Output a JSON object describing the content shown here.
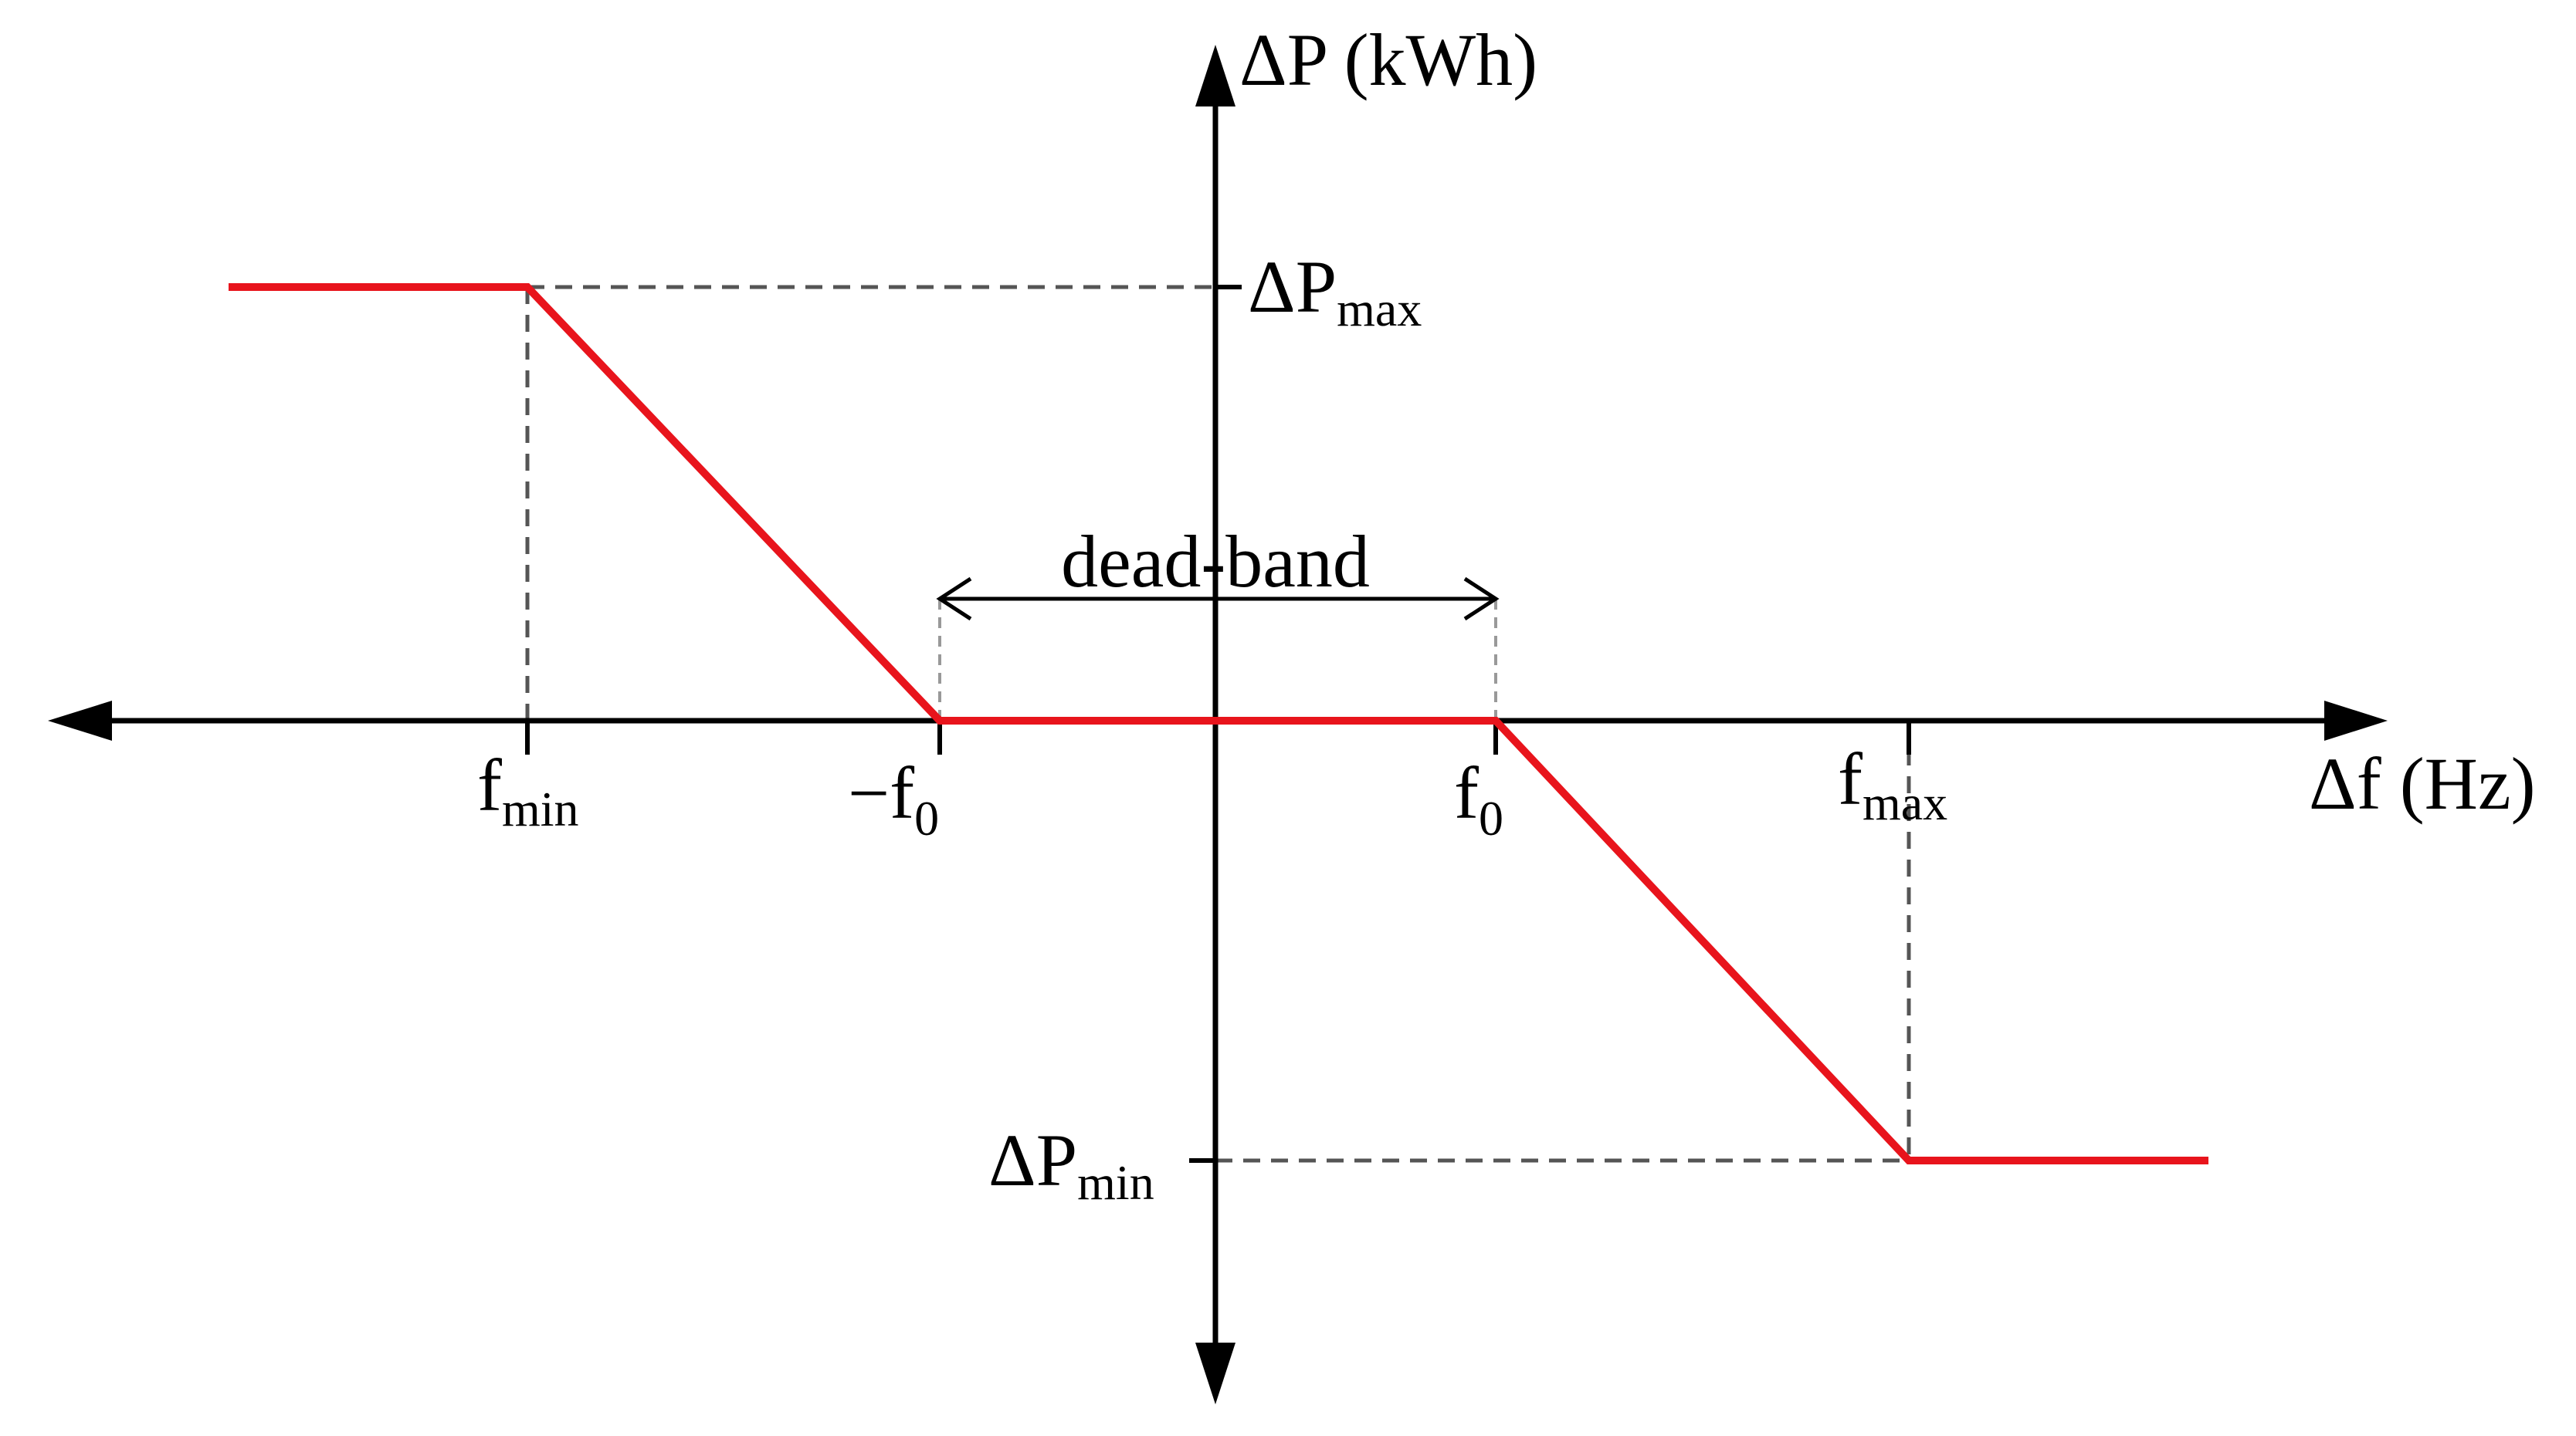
{
  "colors": {
    "background": "#ffffff",
    "axis": "#000000",
    "guide": "#555555",
    "curve": "#e8141c"
  },
  "axes": {
    "y_label": "ΔP (kWh)",
    "x_label": "Δf (Hz)"
  },
  "labels": {
    "dp_max_main": "ΔP",
    "dp_max_sub": "max",
    "dp_min_main": "ΔP",
    "dp_min_sub": "min",
    "f_min_main": "f",
    "f_min_sub": "min",
    "neg_f0_main": "−f",
    "neg_f0_sub": "0",
    "f0_main": "f",
    "f0_sub": "0",
    "f_max_main": "f",
    "f_max_sub": "max",
    "dead_band": "dead-band"
  }
}
